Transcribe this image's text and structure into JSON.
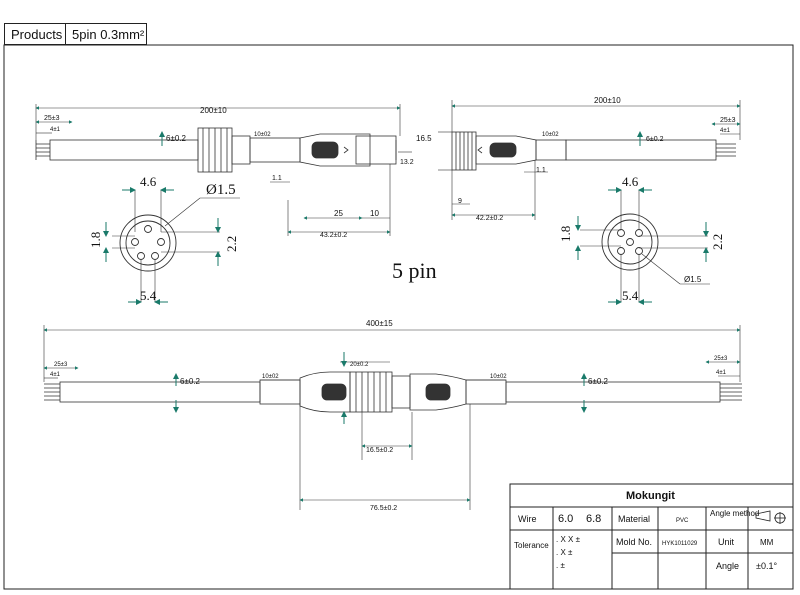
{
  "header": {
    "products_label": "Products",
    "spec": "5pin  0.3mm²"
  },
  "center_label": "5 pin",
  "top_left": {
    "overall": "200±10",
    "strip": "25±3",
    "tinned": "4±1",
    "dia": "6±0.2",
    "nut": "10±02",
    "height": "13.2",
    "gap": "1.1",
    "dim25": "25",
    "dim10": "10",
    "total": "43.2±0.2"
  },
  "top_right": {
    "overall": "200±10",
    "strip": "25±3",
    "tinned": "4±1",
    "dia": "6±0.2",
    "nut": "10±02",
    "height": "16.5",
    "gap": "1.1",
    "dim9": "9",
    "total": "42.2±0.2"
  },
  "pin_left": {
    "d1": "4.6",
    "d2": "1.8",
    "d3": "2.2",
    "d4": "5.4",
    "hole": "Ø1.5"
  },
  "pin_right": {
    "d1": "4.6",
    "d2": "1.8",
    "d3": "2.2",
    "d4": "5.4",
    "hole": "Ø1.5"
  },
  "bottom": {
    "overall": "400±15",
    "strip_l": "25±3",
    "tinned_l": "4±1",
    "strip_r": "25±3",
    "tinned_r": "4±1",
    "dia_l": "6±0.2",
    "dia_r": "6±0.2",
    "nut_l": "10±02",
    "nut_r": "10±02",
    "top_dia": "20±0.2",
    "mid": "16.5±0.2",
    "total": "76.5±0.2"
  },
  "title_block": {
    "company": "Mokungit",
    "wire_label": "Wire",
    "wire_v1": "6.0",
    "wire_v2": "6.8",
    "material_label": "Material",
    "material_val": "PVC",
    "angle_method_label": "Angle method",
    "tolerance_label": "Tolerance",
    "tol1": ". X X ±",
    "tol2": ". X ±",
    "tol3": ". ±",
    "mold_label": "Mold No.",
    "mold_val": "HYK1011029",
    "unit_label": "Unit",
    "unit_val": "MM",
    "angle_label": "Angle",
    "angle_val": "±0.1°"
  }
}
